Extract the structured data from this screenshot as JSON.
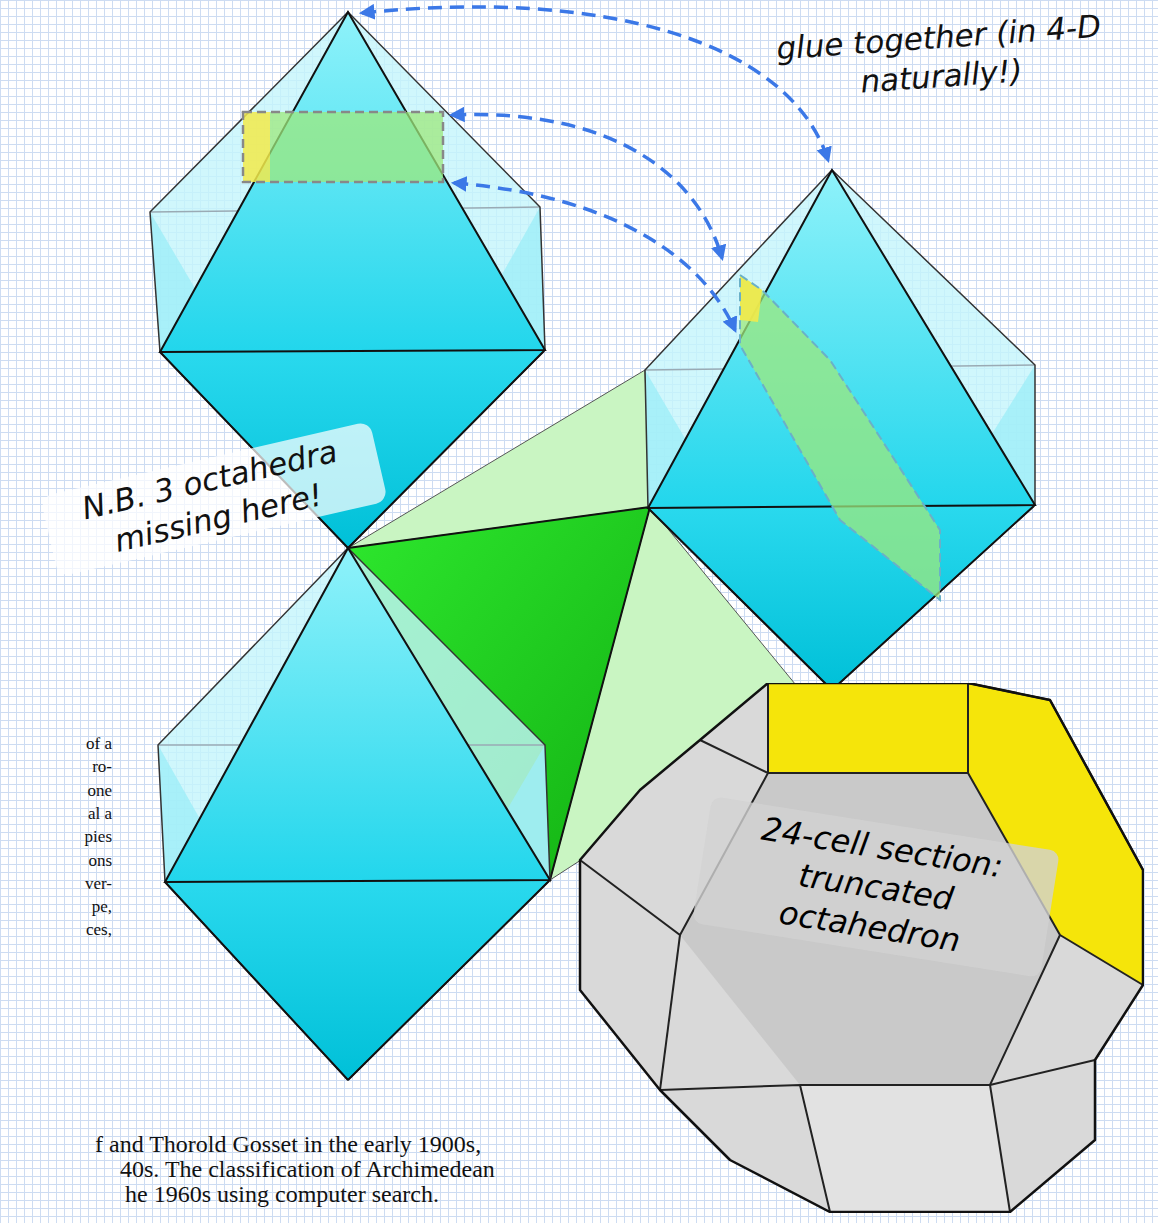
{
  "diagram": {
    "nodes": [
      {
        "text": [
          "24-cell section: truncated octahedron"
        ]
      }
    ],
    "labels": [
      "glue together (in 4-D naturally!)",
      "N.B. 3 octahedra missing here!",
      "of a",
      "ro-",
      "one",
      "al a",
      "pies",
      "ons",
      "ver-",
      "pe,",
      "ces,",
      "f and Thorold Gosset in the early 1900s,",
      "40s. The classification of Archimedean",
      "he 1960s using computer search."
    ]
  }
}
